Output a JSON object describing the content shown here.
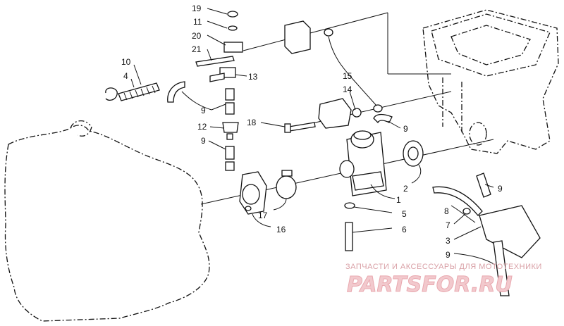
{
  "callouts": {
    "c19": "19",
    "c11": "11",
    "c20": "20",
    "c21": "21",
    "c13": "13",
    "c10": "10",
    "c4": "4",
    "c9a": "9",
    "c12": "12",
    "c9b": "9",
    "c15": "15",
    "c14": "14",
    "c18": "18",
    "c9c": "9",
    "c2": "2",
    "c1": "1",
    "c5": "5",
    "c6": "6",
    "c17": "17",
    "c16": "16",
    "c9d": "9",
    "c8": "8",
    "c7": "7",
    "c3": "3",
    "c9e": "9"
  },
  "watermark": {
    "caption": "ЗАПЧАСТИ И АКСЕССУАРЫ ДЛЯ МОТОТЕХНИКИ",
    "brand": "PARTSFOR.RU"
  }
}
